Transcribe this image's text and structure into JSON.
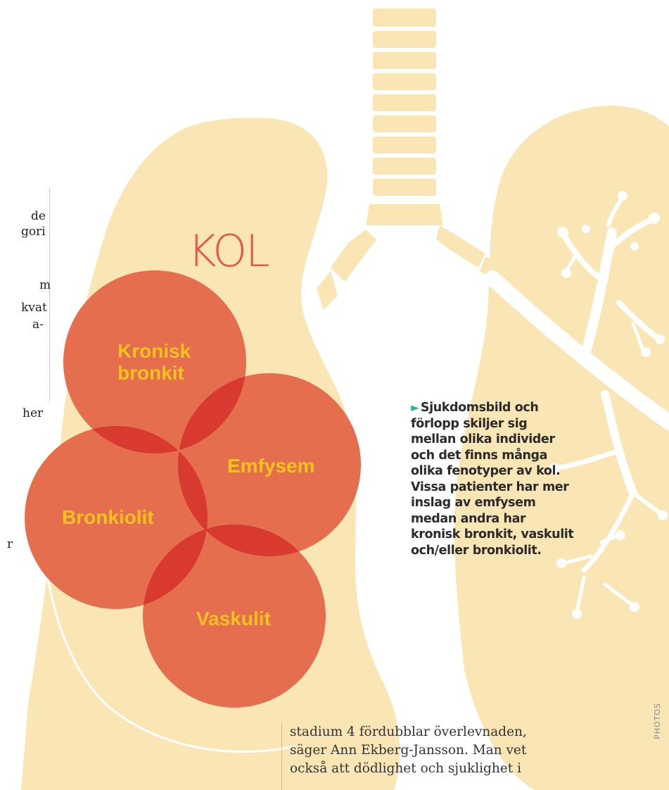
{
  "diagram": {
    "title": "KOL",
    "circles": [
      {
        "id": "kronisk-bronkit",
        "lines": [
          "Kronisk",
          "bronkit"
        ]
      },
      {
        "id": "emfysem",
        "lines": [
          "Emfysem"
        ]
      },
      {
        "id": "bronkiolit",
        "lines": [
          "Bronkiolit"
        ]
      },
      {
        "id": "vaskulit",
        "lines": [
          "Vaskulit"
        ]
      }
    ],
    "colors": {
      "lung": "#f9e6b4",
      "circle": "#e56e4f",
      "overlap": "#d83a30",
      "label": "#f6c21d",
      "title": "#e8524a"
    }
  },
  "left_clipped_text": [
    "de",
    "gori",
    "",
    "m",
    "kvat",
    "a-",
    "",
    "",
    "",
    "her",
    "",
    "",
    "",
    "",
    "",
    "r"
  ],
  "caption": {
    "arrow_icon": "teal-arrow-icon",
    "text": "Sjukdomsbild och förlopp skiljer sig mellan olika individer och det finns många olika fenotyper av kol. Vissa patienter har mer inslag av emfysem medan andra har kronisk bronkit, vaskulit och/eller bronkiolit."
  },
  "body_text": [
    "stadium 4 fördubblar överlevnaden,",
    "säger Ann Ekberg-Jansson. Man vet",
    "också att dödlighet och sjuklighet i"
  ],
  "credit": "PHOTOS"
}
